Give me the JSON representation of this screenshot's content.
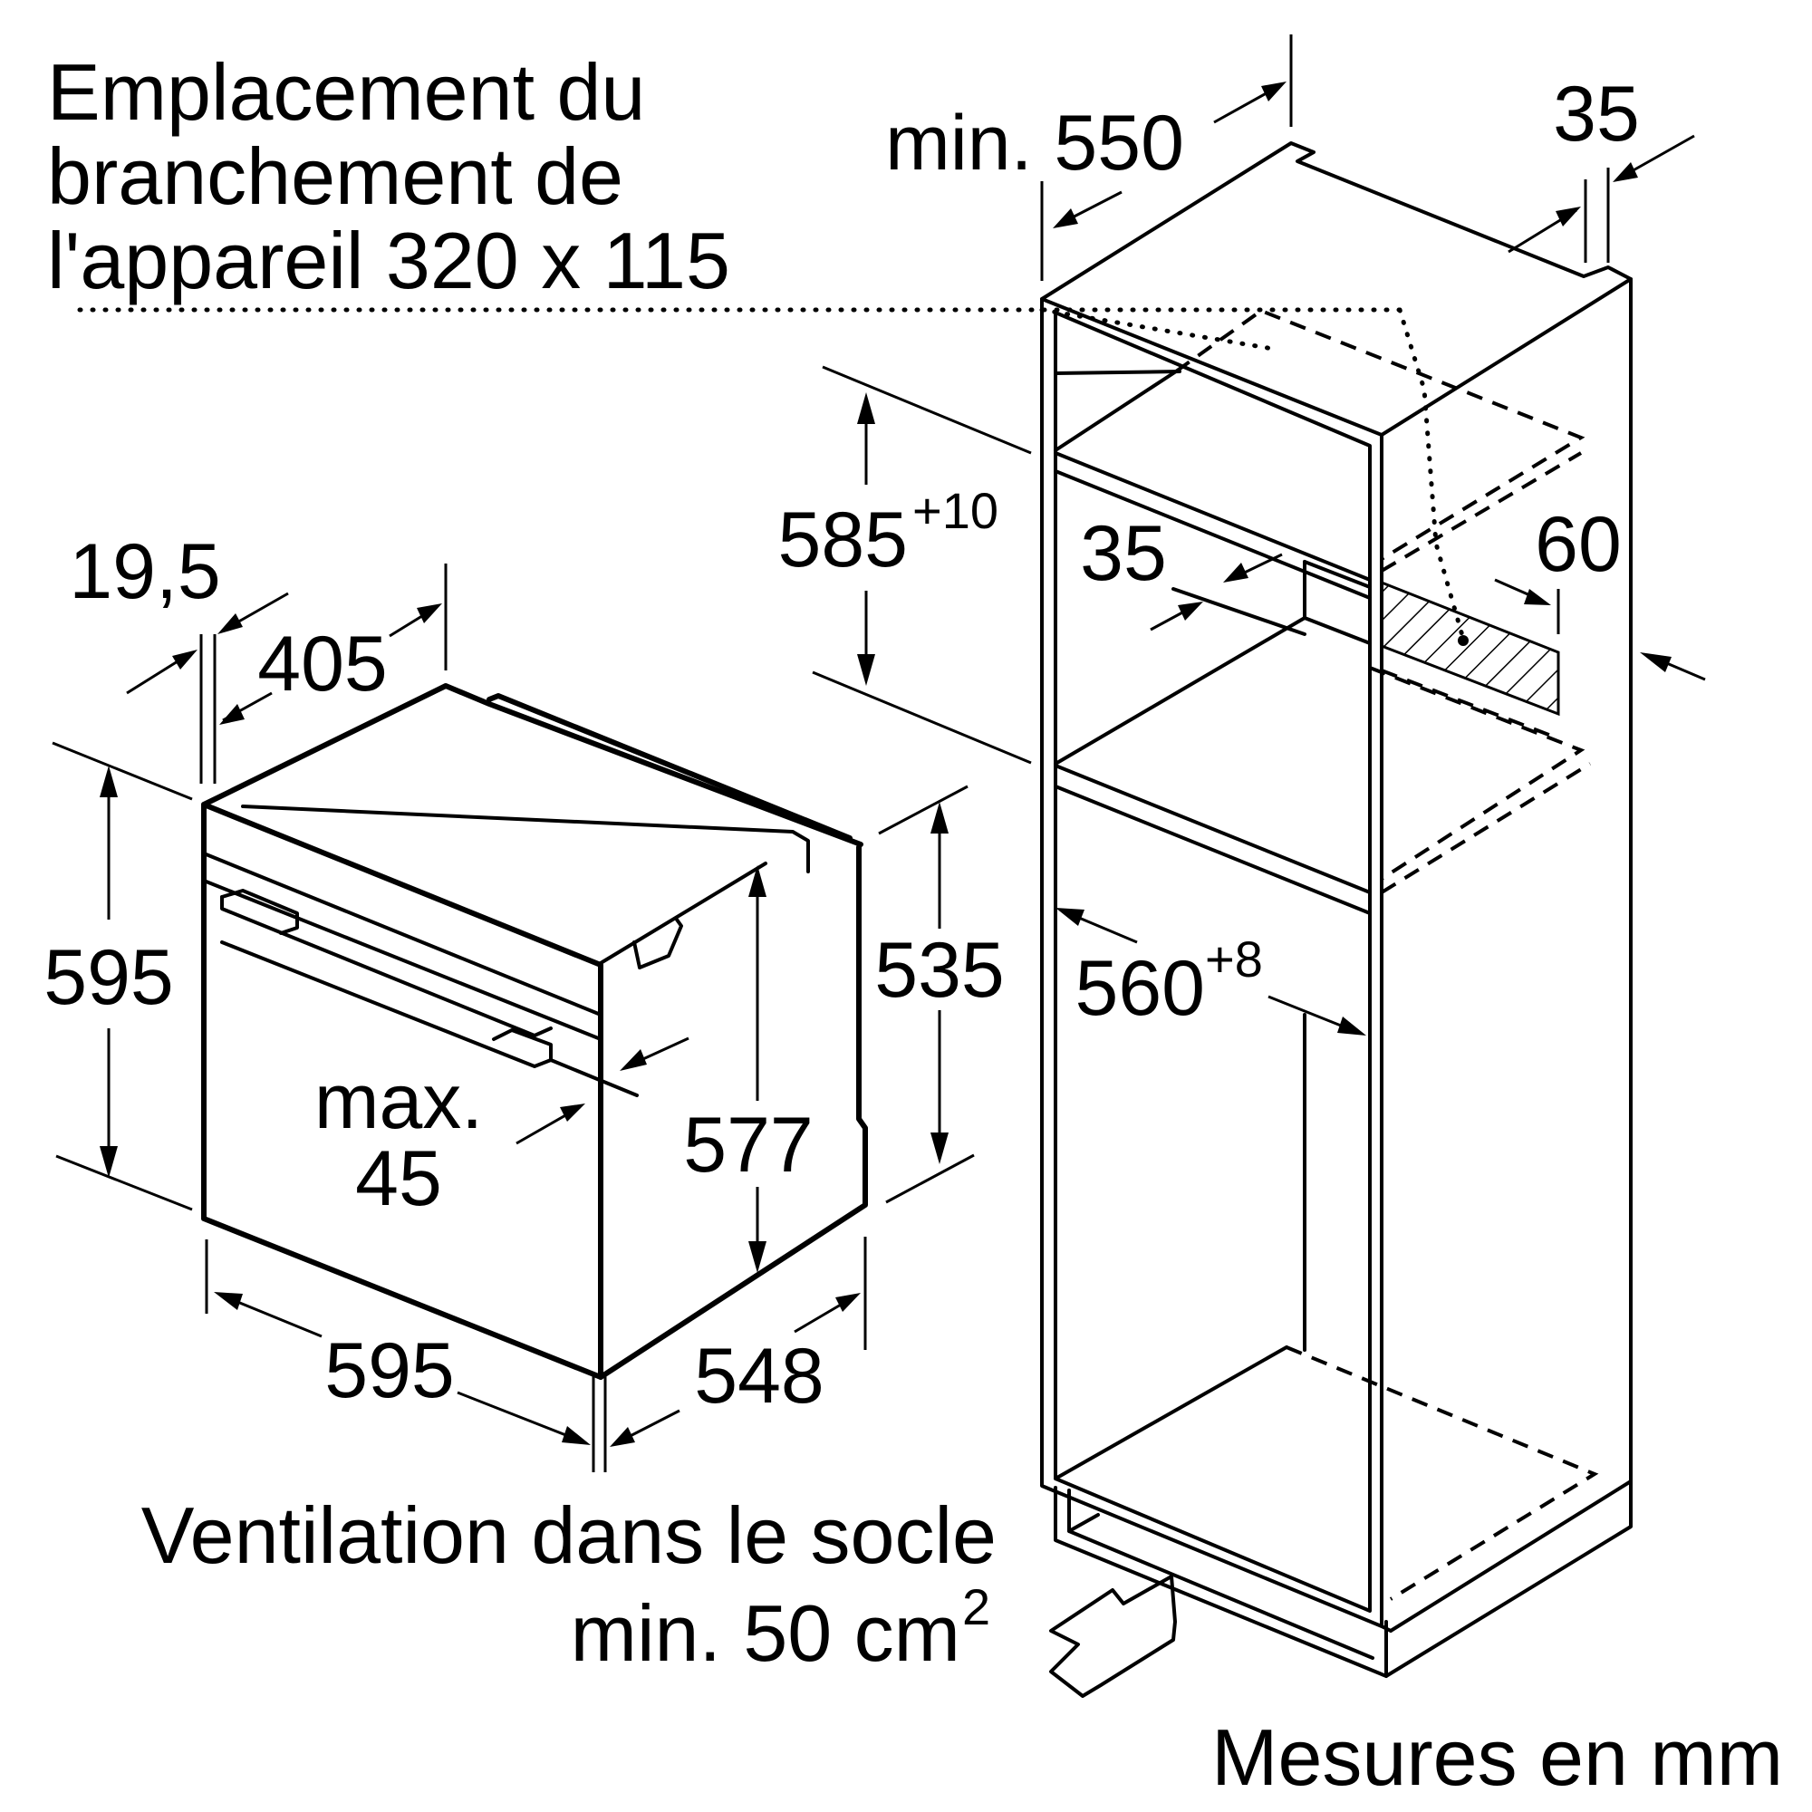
{
  "labels": {
    "connection_line1": "Emplacement du",
    "connection_line2": "branchement de",
    "connection_line3": "l'appareil 320 x 115",
    "ventilation_line1": "Ventilation dans le socle",
    "ventilation_line2": "min. 50 cm",
    "ventilation_sup": "2",
    "units": "Mesures en mm",
    "max_line1": "max.",
    "max_line2": "45"
  },
  "dimensions": {
    "oven_height": "595",
    "oven_width": "595",
    "oven_depth": "548",
    "oven_top_depth": "405",
    "oven_panel": "19,5",
    "oven_body_height": "577",
    "oven_side_height": "535",
    "niche_depth": "min. 550",
    "niche_panel": "35",
    "niche_height": "585",
    "niche_height_tol": "+10",
    "niche_width": "560",
    "niche_width_tol": "+8",
    "niche_gap": "35",
    "niche_back": "60"
  },
  "colors": {
    "ink": "#000000",
    "background": "#ffffff"
  }
}
